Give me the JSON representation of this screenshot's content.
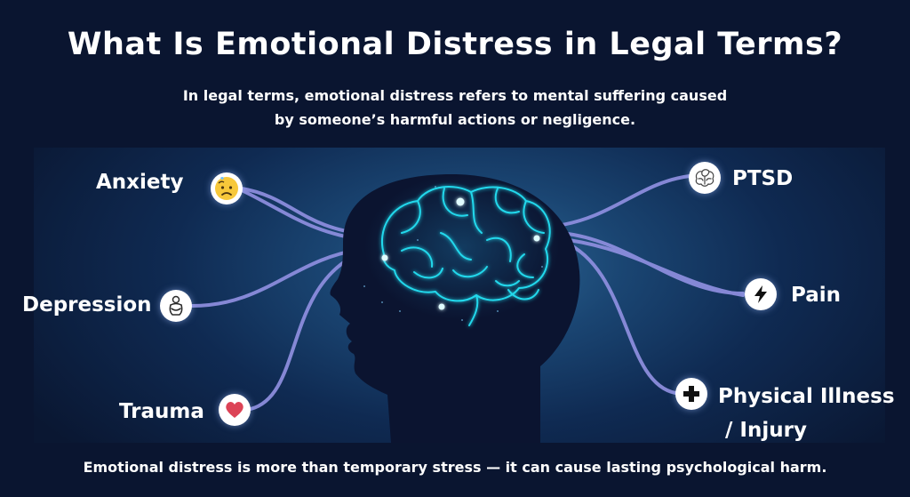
{
  "title": "What Is Emotional Distress in Legal Terms?",
  "subtitle_line1": "In legal terms, emotional distress refers to mental suffering caused",
  "subtitle_line2": "by someone’s harmful actions or negligence.",
  "left_items": [
    {
      "label": "Anxiety",
      "icon": "anxious-face-icon"
    },
    {
      "label": "Depression",
      "icon": "hug-self-icon"
    },
    {
      "label": "Trauma",
      "icon": "heart-icon"
    }
  ],
  "right_items": [
    {
      "label": "PTSD",
      "icon": "brain-icon"
    },
    {
      "label": "Pain",
      "icon": "lightning-bolt-icon"
    },
    {
      "label_line1": "Physical Illness",
      "label_line2": "/ Injury",
      "icon": "plus-cross-icon"
    }
  ],
  "footer": "Emotional distress is more than temporary stress — it can cause lasting psychological harm.",
  "colors": {
    "background": "#0a1530",
    "connector": "#8f8fe0",
    "brain_glow": "#22d8ec",
    "head": "#0b1430",
    "heart": "#dc4356"
  }
}
